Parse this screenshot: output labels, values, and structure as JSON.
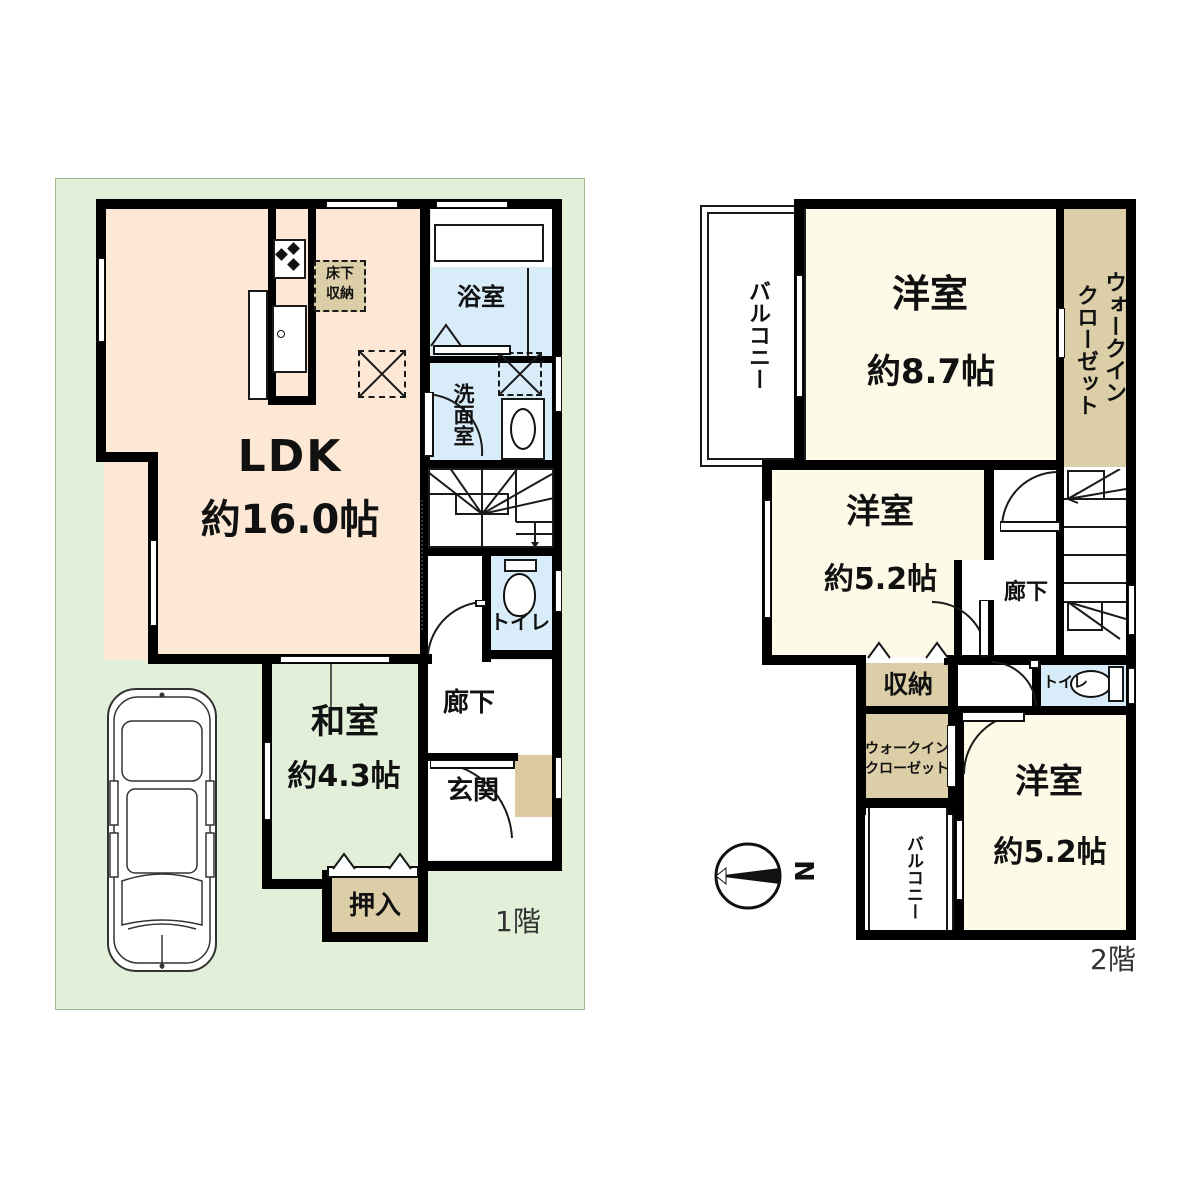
{
  "doc": {
    "type": "floor-plan",
    "language": "ja",
    "title": "間取り図"
  },
  "palette": {
    "lot_green": "#E2EFD9",
    "ldk_peach": "#FCE8D5",
    "washitsu_green": "#E2EFD9",
    "yoshitsu_ivory": "#FDFBE8",
    "closet_tan": "#DCCFA8",
    "water_blue": "#D9ECFA",
    "wall_black": "#111111",
    "white": "#FFFFFF"
  },
  "floor1": {
    "floor_label": "1階",
    "rooms": [
      {
        "id": "ldk",
        "name": "LDK",
        "area": "約16.0帖",
        "color": "#FCE8D5"
      },
      {
        "id": "washitsu",
        "name": "和室",
        "area": "約4.3帖",
        "color": "#E2EFD9"
      },
      {
        "id": "yokushitsu",
        "name": "浴室",
        "area": "",
        "color": "#D9ECFA"
      },
      {
        "id": "senmenshitsu",
        "name": "洗面室",
        "area": "",
        "color": "#D9ECFA"
      },
      {
        "id": "toilet",
        "name": "トイレ",
        "area": "",
        "color": "#D9ECFA"
      },
      {
        "id": "rouka",
        "name": "廊下",
        "area": "",
        "color": "#FFFFFF"
      },
      {
        "id": "genkan",
        "name": "玄関",
        "area": "",
        "color": "#FFFFFF"
      },
      {
        "id": "oshiire",
        "name": "押入",
        "area": "",
        "color": "#DCCFA8"
      },
      {
        "id": "yukashita",
        "name": "床下収納",
        "area": "",
        "color": "#DCCFA8"
      }
    ],
    "yukashita_line1": "床下",
    "yukashita_line2": "収納"
  },
  "floor2": {
    "floor_label": "2階",
    "rooms": [
      {
        "id": "yoshitsu_main",
        "name": "洋室",
        "area": "約8.7帖",
        "color": "#FDFBE8"
      },
      {
        "id": "yoshitsu_mid",
        "name": "洋室",
        "area": "約5.2帖",
        "color": "#FDFBE8"
      },
      {
        "id": "yoshitsu_low",
        "name": "洋室",
        "area": "約5.2帖",
        "color": "#FDFBE8"
      },
      {
        "id": "wic_top",
        "name": "ウォークインクローゼット",
        "area": "",
        "color": "#DCCFA8"
      },
      {
        "id": "wic_low",
        "name": "ウォークインクローゼット",
        "area": "",
        "color": "#DCCFA8"
      },
      {
        "id": "shuunou",
        "name": "収納",
        "area": "",
        "color": "#DCCFA8"
      },
      {
        "id": "rouka",
        "name": "廊下",
        "area": "",
        "color": "#FFFFFF"
      },
      {
        "id": "toilet",
        "name": "トイレ",
        "area": "",
        "color": "#D9ECFA"
      },
      {
        "id": "balcony_top",
        "name": "バルコニー",
        "area": "",
        "color": "#FFFFFF"
      },
      {
        "id": "balcony_low",
        "name": "バルコニー",
        "area": "",
        "color": "#FFFFFF"
      }
    ],
    "wic_top_col1": "ウォークイン",
    "wic_top_col2": "クローゼット",
    "wic_low_line1": "ウォークイン",
    "wic_low_line2": "クローゼット",
    "balcony_label": "バルコニー"
  },
  "compass": {
    "label": "N",
    "icon": "compass-north-icon"
  },
  "icons": {
    "car": "car-top-view-icon",
    "stove": "gas-stove-icon",
    "sink": "kitchen-sink-icon",
    "bathtub": "bathtub-icon",
    "washbasin": "wash-basin-icon",
    "washer": "washing-machine-icon",
    "toilet": "toilet-bowl-icon",
    "stairs": "staircase-icon",
    "door_swing": "door-swing-icon",
    "window": "window-icon"
  }
}
